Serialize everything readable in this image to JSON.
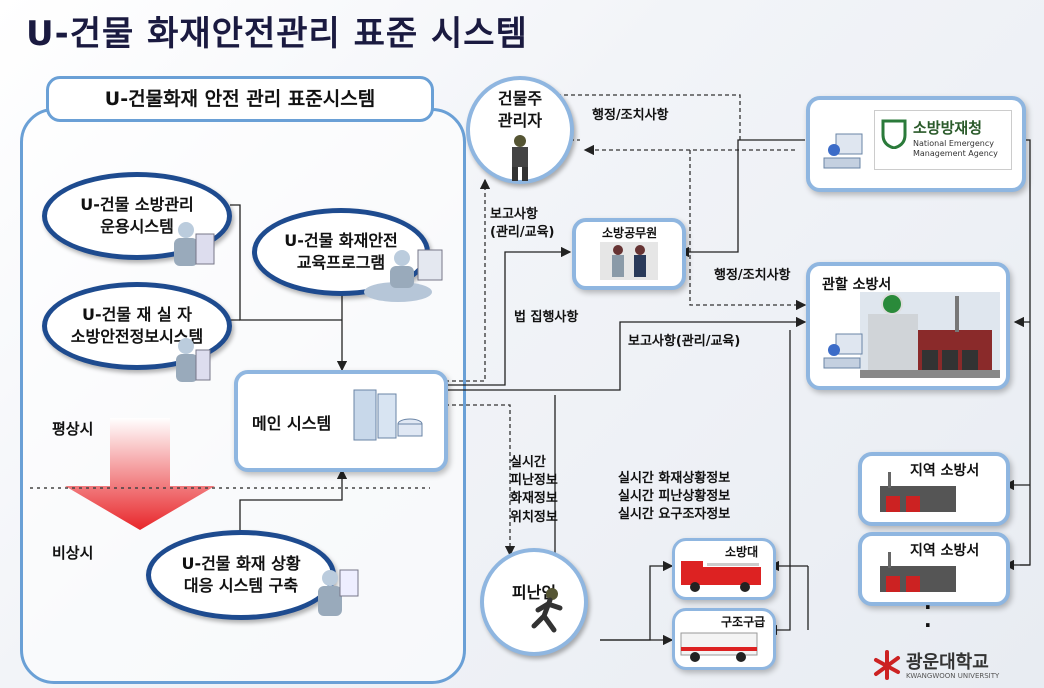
{
  "title": "U-건물 화재안전관리 표준 시스템",
  "main": {
    "label": "U-건물화재 안전 관리 표준시스템",
    "fire_ops": "U-건물 소방관리\n운용시스템",
    "education": "U-건물 화재안전\n교육프로그램",
    "occupant": "U-건물 재 실 자\n소방안전정보시스템",
    "main_system": "메인 시스템",
    "normal": "평상시",
    "emergency": "비상시",
    "response": "U-건물 화재 상황\n대응 시스템 구축"
  },
  "manager": "건물주\n관리자",
  "official": "소방공무원",
  "agency": {
    "name": "소방방재청",
    "en": "National Emergency\nManagement Agency"
  },
  "local_station": "관할 소방서",
  "regional1": "지역 소방서",
  "regional2": "지역 소방서",
  "evacuee": "피난인",
  "fire_truck": "소방대",
  "ambulance": "구조구급",
  "labels": {
    "admin1": "행정/조치사항",
    "report1": "보고사항\n(관리/교육)",
    "admin2": "행정/조치사항",
    "law": "법 집행사항",
    "report2": "보고사항(관리/교육)",
    "realtime": "실시간\n피난정보\n화재정보\n위치정보",
    "realtime2": "실시간 화재상황정보\n실시간 피난상황정보\n실시간 요구조자정보",
    "dots": "·\n·"
  },
  "university": {
    "name": "광운대학교",
    "en": "KWANGWOON UNIVERSITY"
  }
}
